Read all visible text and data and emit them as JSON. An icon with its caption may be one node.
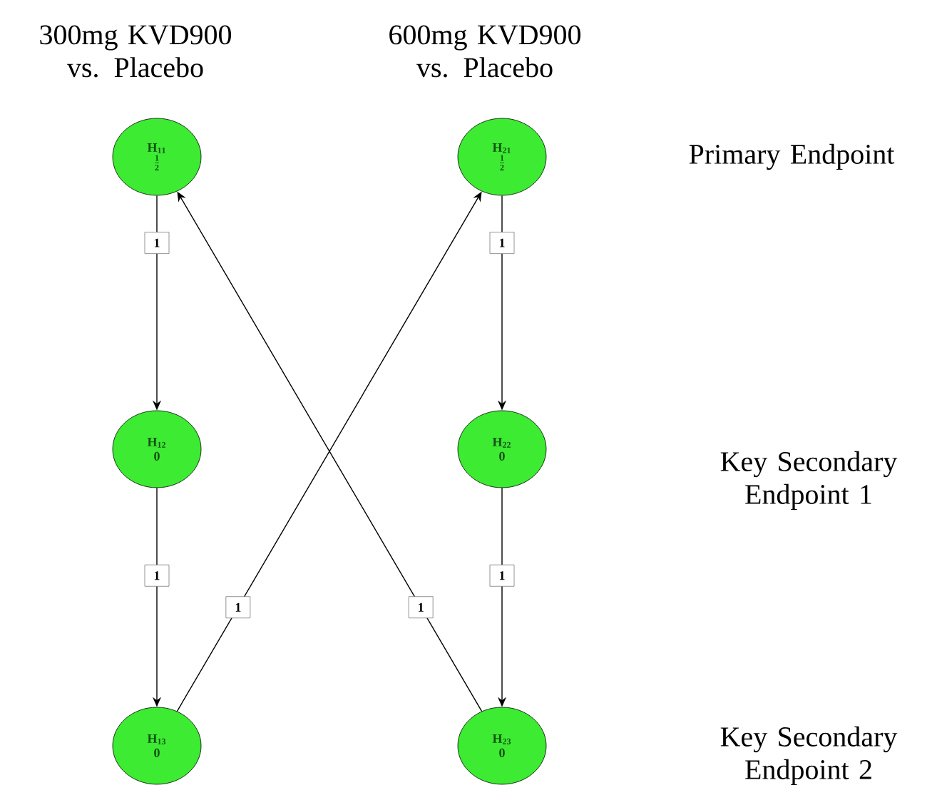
{
  "diagram": {
    "nodes": [
      {
        "text": [
          "\\mathbf{H_{11}}",
          "\\mathbf{\\frac{1}{2}}"
        ]
      },
      {
        "text": [
          "\\mathbf{H_{12}}",
          "\\mathbf{0}"
        ]
      },
      {
        "text": [
          "\\mathbf{H_{13}}",
          "\\mathbf{0}"
        ]
      },
      {
        "text": [
          "\\mathbf{H_{21}}",
          "\\mathbf{\\frac{1}{2}}"
        ]
      },
      {
        "text": [
          "\\mathbf{H_{22}}",
          "\\mathbf{0}"
        ]
      },
      {
        "text": [
          "\\mathbf{H_{23}}",
          "\\mathbf{0}"
        ]
      }
    ],
    "edges": [
      {
        "from": 0,
        "to": 1,
        "arrow": "to",
        "label": "1"
      },
      {
        "from": 1,
        "to": 2,
        "arrow": "to",
        "label": "1"
      },
      {
        "from": 2,
        "to": 3,
        "arrow": "to",
        "label": "1"
      },
      {
        "from": 3,
        "to": 4,
        "arrow": "to",
        "label": "1"
      },
      {
        "from": 4,
        "to": 5,
        "arrow": "to",
        "label": "1"
      },
      {
        "from": 5,
        "to": 0,
        "arrow": "to",
        "label": "1"
      }
    ],
    "labels": [
      "300mg KVD900 vs. Placebo",
      "600mg KVD900 vs. Placebo",
      "Primary Endpoint",
      "Key Secondary Endpoint 1",
      "Key Secondary Endpoint 2"
    ]
  }
}
